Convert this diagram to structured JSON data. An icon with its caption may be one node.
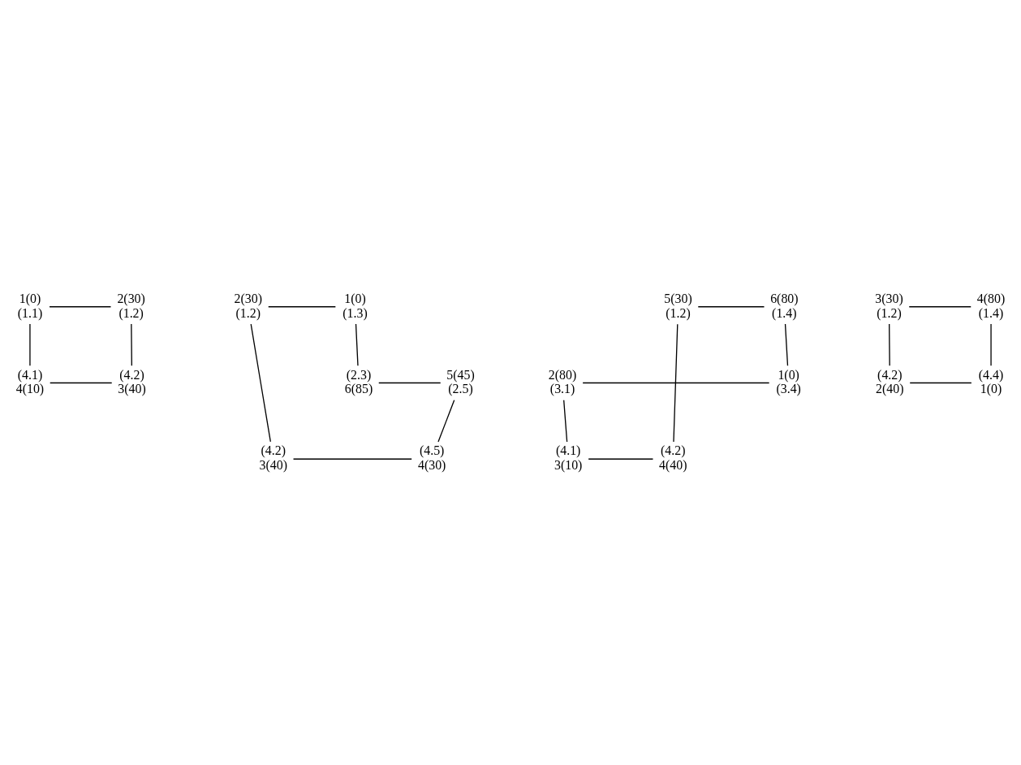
{
  "diagram": {
    "nodes": [
      {
        "text": [
          "1(0)",
          "(1.1)"
        ]
      },
      {
        "text": [
          "2(30)",
          "(1.2)"
        ]
      },
      {
        "text": [
          "(4.1)",
          "4(10)"
        ]
      },
      {
        "text": [
          "(4.2)",
          "3(40)"
        ]
      },
      {
        "text": [
          "2(30)",
          "(1.2)"
        ]
      },
      {
        "text": [
          "1(0)",
          "(1.3)"
        ]
      },
      {
        "text": [
          "5(45)",
          "(2.5)"
        ]
      },
      {
        "text": [
          "(2.3)",
          "6(85)"
        ]
      },
      {
        "text": [
          "(4.2)",
          "3(40)"
        ]
      },
      {
        "text": [
          "(4.5)",
          "4(30)"
        ]
      },
      {
        "text": [
          "5(30)",
          "(1.2)"
        ]
      },
      {
        "text": [
          "6(80)",
          "(1.4)"
        ]
      },
      {
        "text": [
          "2(80)",
          "(3.1)"
        ]
      },
      {
        "text": [
          "1(0)",
          "(3.4)"
        ]
      },
      {
        "text": [
          "(4.1)",
          "3(10)"
        ]
      },
      {
        "text": [
          "(4.2)",
          "4(40)"
        ]
      },
      {
        "text": [
          "3(30)",
          "(1.2)"
        ]
      },
      {
        "text": [
          "4(80)",
          "(1.4)"
        ]
      },
      {
        "text": [
          "(4.2)",
          "2(40)"
        ]
      },
      {
        "text": [
          "(4.4)",
          "1(0)"
        ]
      }
    ],
    "edges": [
      {
        "from": 0,
        "to": 1,
        "arrow": "none"
      },
      {
        "from": 0,
        "to": 2,
        "arrow": "none"
      },
      {
        "from": 1,
        "to": 3,
        "arrow": "none"
      },
      {
        "from": 2,
        "to": 3,
        "arrow": "none"
      },
      {
        "from": 4,
        "to": 5,
        "arrow": "none"
      },
      {
        "from": 5,
        "to": 7,
        "arrow": "none"
      },
      {
        "from": 7,
        "to": 6,
        "arrow": "none"
      },
      {
        "from": 4,
        "to": 8,
        "arrow": "none"
      },
      {
        "from": 6,
        "to": 9,
        "arrow": "none"
      },
      {
        "from": 8,
        "to": 9,
        "arrow": "none"
      },
      {
        "from": 10,
        "to": 11,
        "arrow": "none"
      },
      {
        "from": 11,
        "to": 13,
        "arrow": "none"
      },
      {
        "from": 12,
        "to": 13,
        "arrow": "none"
      },
      {
        "from": 10,
        "to": 15,
        "arrow": "none"
      },
      {
        "from": 12,
        "to": 14,
        "arrow": "none"
      },
      {
        "from": 14,
        "to": 15,
        "arrow": "none"
      },
      {
        "from": 16,
        "to": 17,
        "arrow": "none"
      },
      {
        "from": 16,
        "to": 18,
        "arrow": "none"
      },
      {
        "from": 17,
        "to": 19,
        "arrow": "none"
      },
      {
        "from": 18,
        "to": 19,
        "arrow": "none"
      }
    ]
  }
}
